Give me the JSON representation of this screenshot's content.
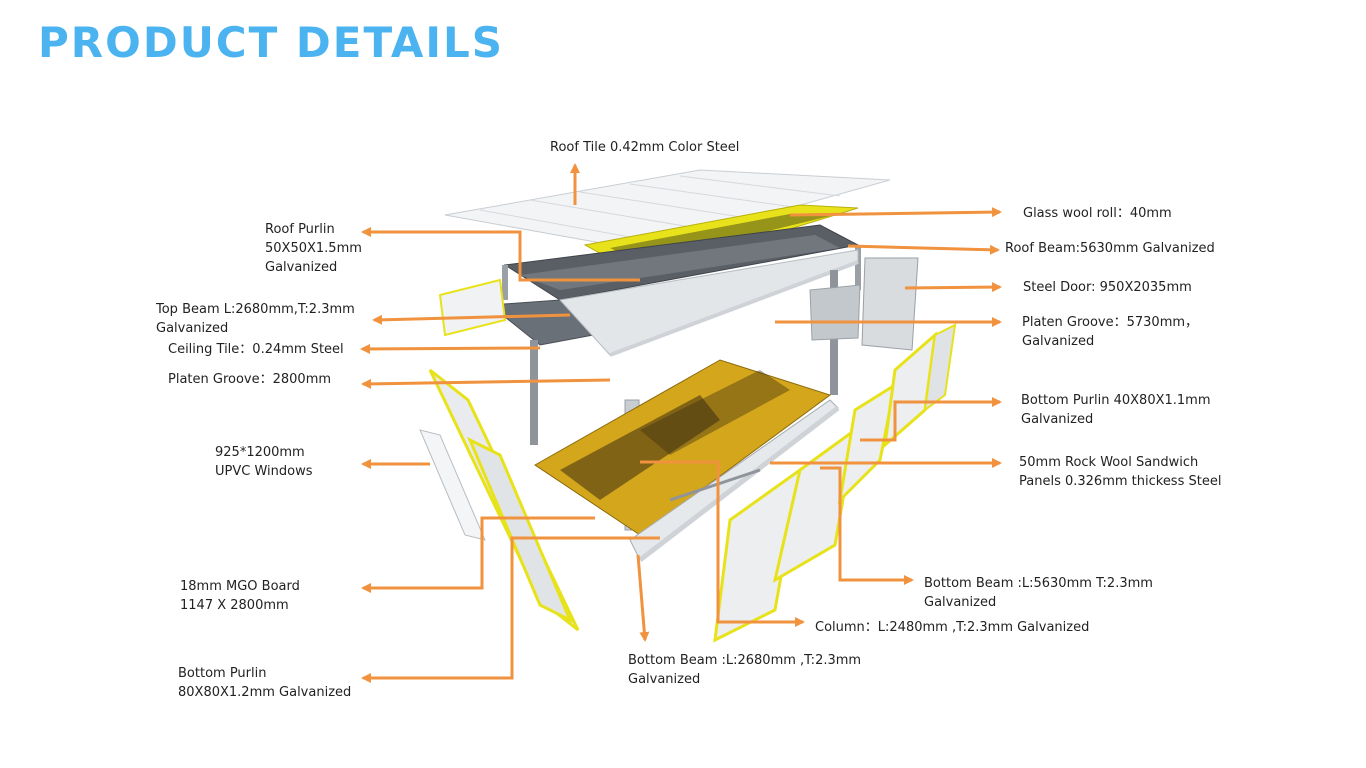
{
  "page_title": "PRODUCT DETAILS",
  "colors": {
    "title": "#4ab3f0",
    "arrow": "#f0923e",
    "insulation_yellow": "#e8e21a",
    "floor_gold": "#d4a61c",
    "steel_dark": "#4a4f57",
    "panel_white": "#eef0f2"
  },
  "labels": {
    "roof_tile": [
      "Roof Tile 0.42mm Color Steel"
    ],
    "glass_wool": [
      "Glass wool roll：40mm"
    ],
    "roof_purlin": [
      "Roof Purlin",
      "50X50X1.5mm",
      "Galvanized"
    ],
    "roof_beam": [
      "Roof Beam:5630mm Galvanized"
    ],
    "steel_door": [
      "Steel Door: 950X2035mm"
    ],
    "top_beam": [
      "Top Beam L:2680mm,T:2.3mm",
      "Galvanized"
    ],
    "platen_groove_long": [
      "Platen Groove：5730mm，",
      "Galvanized"
    ],
    "ceiling_tile": [
      "Ceiling Tile：0.24mm Steel"
    ],
    "platen_groove_short": [
      "Platen Groove：2800mm"
    ],
    "bottom_purlin_40": [
      "Bottom Purlin 40X80X1.1mm",
      "Galvanized"
    ],
    "windows": [
      "925*1200mm",
      "UPVC Windows"
    ],
    "rock_wool": [
      "50mm Rock Wool Sandwich",
      "Panels 0.326mm thickess Steel"
    ],
    "mgo_board": [
      "18mm MGO Board",
      "1147 X 2800mm"
    ],
    "bottom_beam_long": [
      "Bottom Beam :L:5630mm T:2.3mm",
      "Galvanized"
    ],
    "column": [
      "Column：L:2480mm ,T:2.3mm Galvanized"
    ],
    "bottom_purlin_80": [
      "Bottom Purlin",
      "80X80X1.2mm Galvanized"
    ],
    "bottom_beam_short": [
      "Bottom Beam :L:2680mm ,T:2.3mm",
      "Galvanized"
    ]
  }
}
